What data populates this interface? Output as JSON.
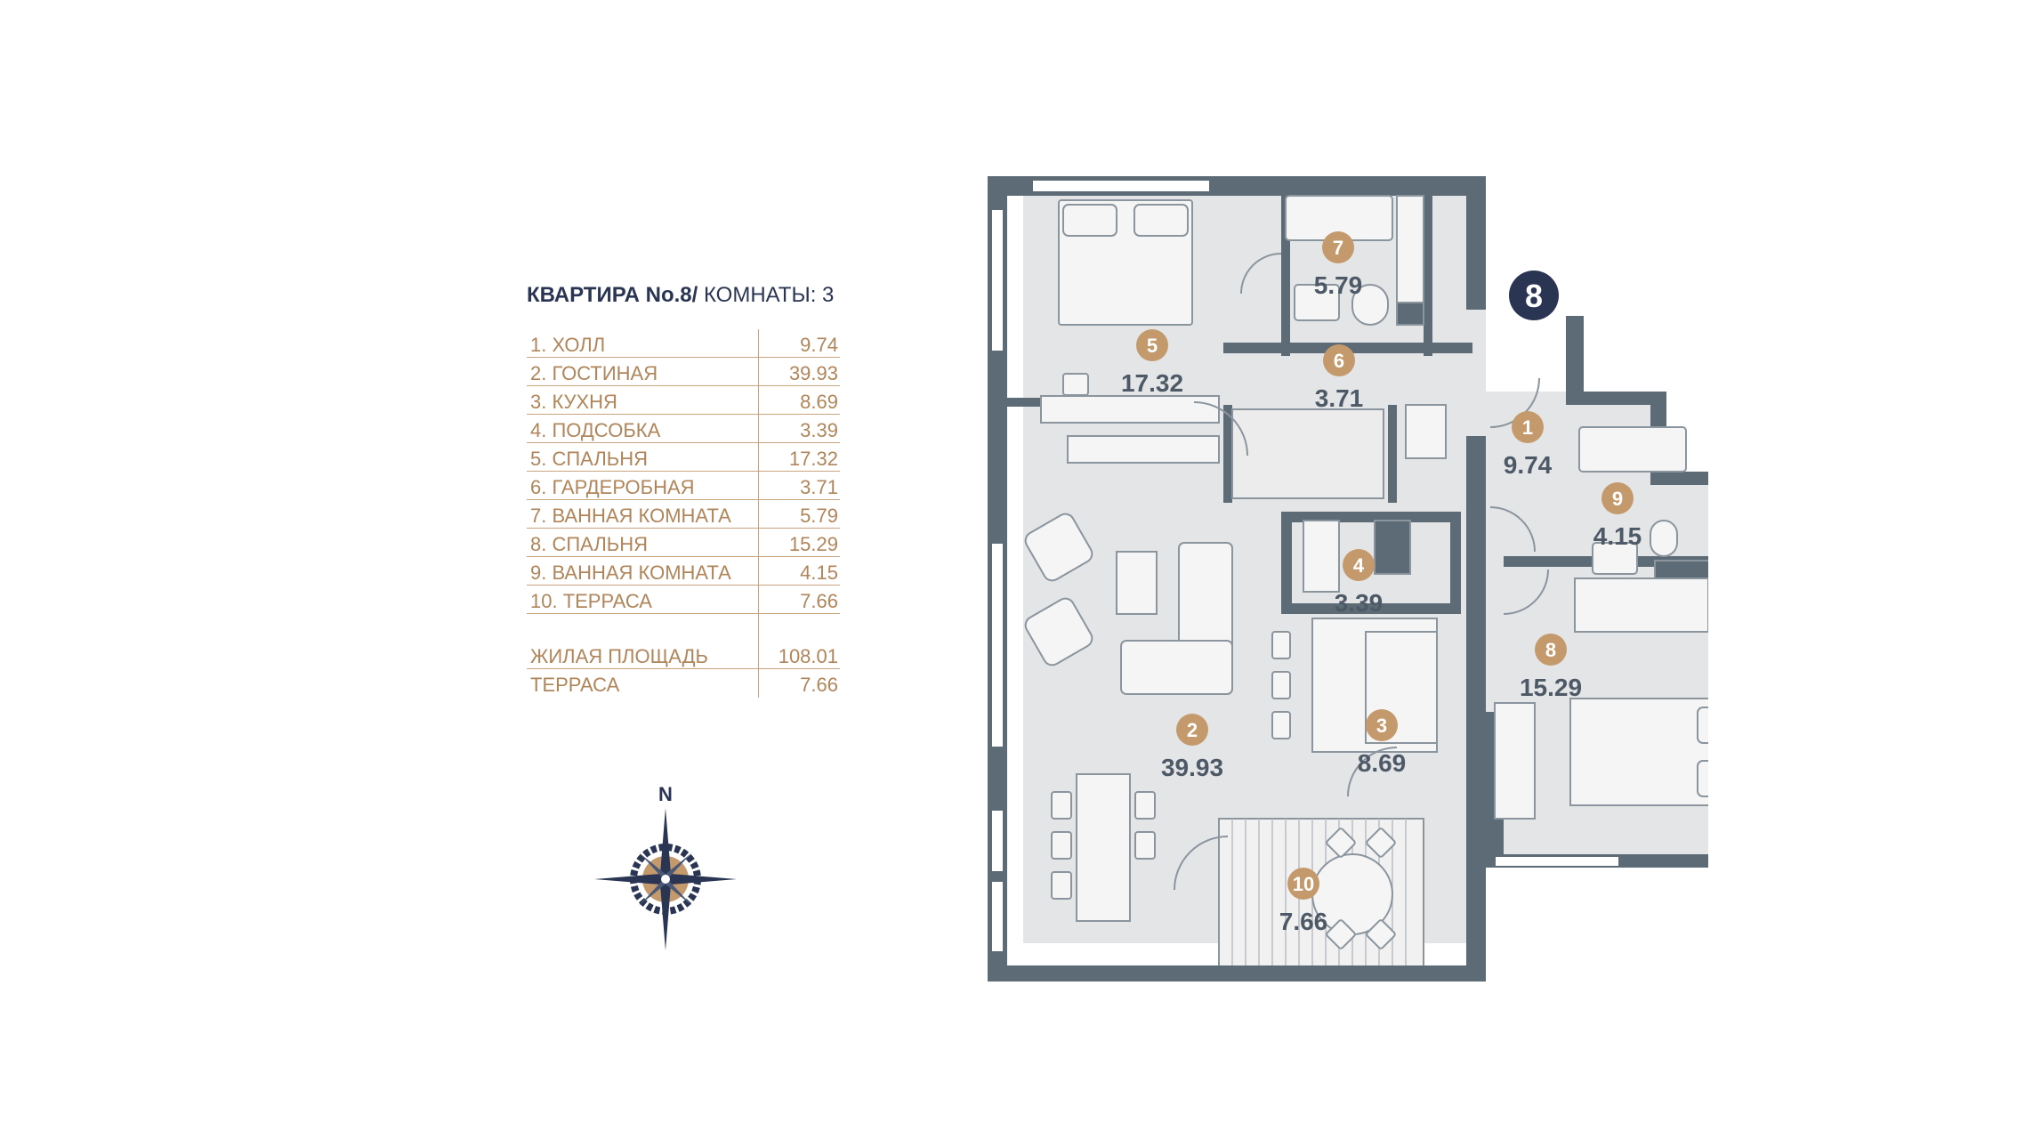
{
  "legend": {
    "title_bold": "КВАРТИРА No.8/",
    "title_rest": " КОМНАТЫ: 3",
    "rooms": [
      {
        "name": "1.  ХОЛЛ",
        "value": "9.74"
      },
      {
        "name": "2.  ГОСТИНАЯ",
        "value": "39.93"
      },
      {
        "name": "3.  КУХНЯ",
        "value": "8.69"
      },
      {
        "name": "4.  ПОДСОБКА",
        "value": "3.39"
      },
      {
        "name": "5.  СПАЛЬНЯ",
        "value": "17.32"
      },
      {
        "name": "6.  ГАРДЕРОБНАЯ",
        "value": "3.71"
      },
      {
        "name": "7.  ВАННАЯ КОМНАТА",
        "value": "5.79"
      },
      {
        "name": "8.  СПАЛЬНЯ",
        "value": "15.29"
      },
      {
        "name": "9.  ВАННАЯ КОМНАТА",
        "value": "4.15"
      },
      {
        "name": "10. ТЕРРАСА",
        "value": "7.66"
      }
    ],
    "totals": [
      {
        "name": "ЖИЛАЯ ПЛОЩАДЬ",
        "value": "108.01"
      },
      {
        "name": "ТЕРРАСА",
        "value": "7.66"
      }
    ]
  },
  "compass": {
    "north": "N"
  },
  "plan": {
    "apartment_number": "8",
    "rooms": [
      {
        "num": "1",
        "area": "9.74"
      },
      {
        "num": "2",
        "area": "39.93"
      },
      {
        "num": "3",
        "area": "8.69"
      },
      {
        "num": "4",
        "area": "3.39"
      },
      {
        "num": "5",
        "area": "17.32"
      },
      {
        "num": "6",
        "area": "3.71"
      },
      {
        "num": "7",
        "area": "5.79"
      },
      {
        "num": "8",
        "area": "15.29"
      },
      {
        "num": "9",
        "area": "4.15"
      },
      {
        "num": "10",
        "area": "7.66"
      }
    ]
  },
  "colors": {
    "wall": "#5d6b77",
    "floor": "#e4e5e7",
    "badge": "#c49a6c",
    "navy": "#2a3554",
    "gold_text": "#b0855a"
  }
}
